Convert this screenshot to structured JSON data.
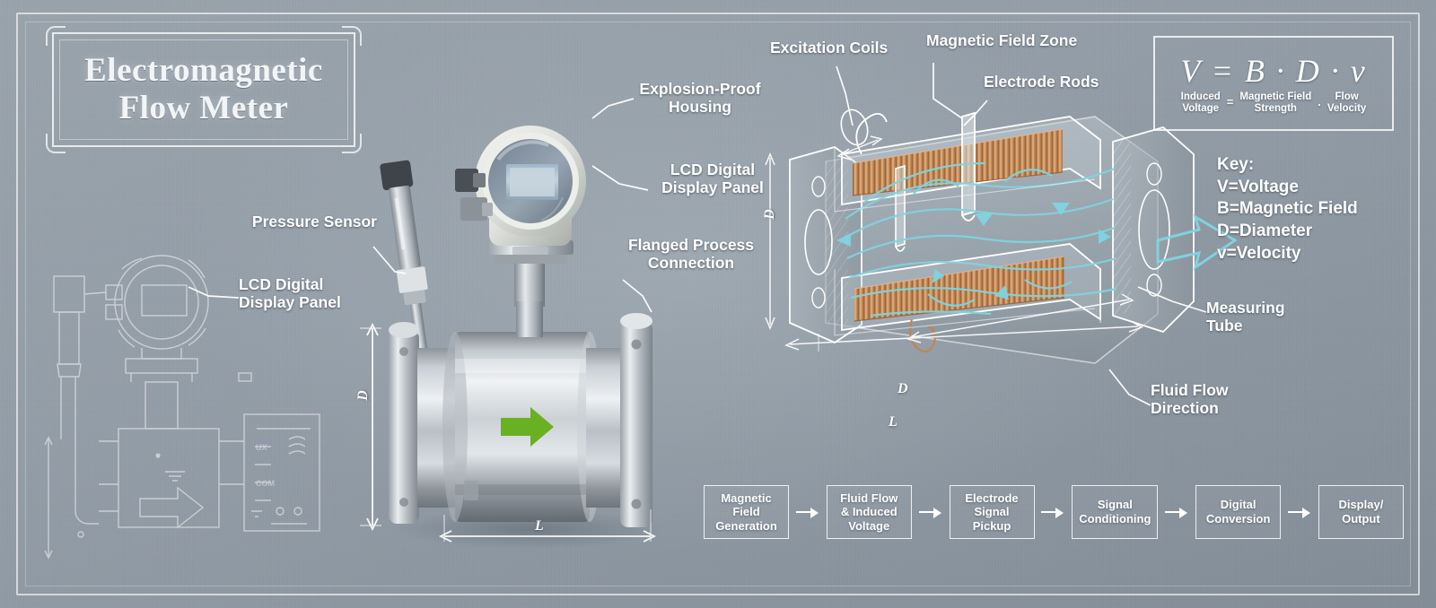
{
  "poster": {
    "title_line1": "Electromagnetic",
    "title_line2": "Flow Meter",
    "background_color": "#8e99a3",
    "line_color": "#ffffff",
    "accent_green": "#6ab023",
    "accent_cyan": "#7fd4e0",
    "accent_copper": "#c08552"
  },
  "formula": {
    "expression": "V = B · D · v",
    "term_voltage": "Induced\nVoltage",
    "equals": "=",
    "term_field": "Magnetic Field\nStrength",
    "dot": ".",
    "term_velocity": "Flow\nVelocity"
  },
  "key": {
    "heading": "Key:",
    "items": [
      "V=Voltage",
      "B=Magnetic Field",
      "D=Diameter",
      "v=Velocity"
    ]
  },
  "photo_callouts": {
    "pressure_sensor": "Pressure Sensor",
    "lcd_panel_left": "LCD Digital\nDisplay Panel",
    "explosion_proof": "Explosion-Proof\nHousing",
    "lcd_panel_right": "LCD Digital\nDisplay Panel",
    "flanged_connection": "Flanged Process\nConnection",
    "dim_diameter": "D",
    "dim_length": "L"
  },
  "cutaway_callouts": {
    "excitation_coils": "Excitation Coils",
    "magnetic_field_zone": "Magnetic Field Zone",
    "electrode_rods": "Electrode Rods",
    "measuring_tube": "Measuring\nTube",
    "fluid_flow_direction": "Fluid Flow\nDirection",
    "dim_diameter": "D",
    "dim_length": "L",
    "dim_height": "D"
  },
  "process_flow": {
    "steps": [
      "Magnetic\nField\nGeneration",
      "Fluid Flow\n& Induced\nVoltage",
      "Electrode\nSignal\nPickup",
      "Signal\nConditioning",
      "Digital\nConversion",
      "Display/\nOutput"
    ]
  }
}
